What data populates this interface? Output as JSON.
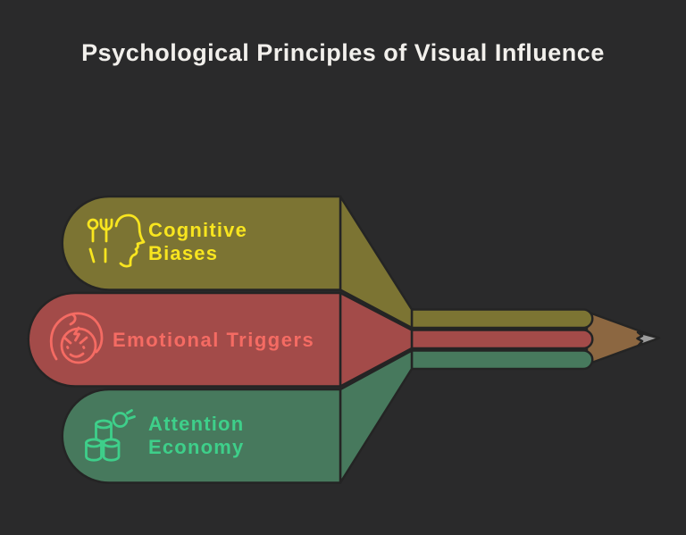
{
  "background_color": "#2a2a2b",
  "outline_color": "#242424",
  "title": "Psychological Principles of Visual Influence",
  "title_color": "#f2f0ec",
  "items": [
    {
      "label": "Cognitive\nBiases",
      "icon": "head-cutlery-icon",
      "band_color": "#7c7433",
      "text_color": "#f8e51f"
    },
    {
      "label": "Emotional Triggers",
      "icon": "angry-face-icon",
      "band_color": "#a34b49",
      "text_color": "#f56b63"
    },
    {
      "label": "Attention\nEconomy",
      "icon": "coins-attention-icon",
      "band_color": "#47795d",
      "text_color": "#3ecf8a"
    }
  ],
  "pencil": {
    "wood_color": "#8c6741",
    "graphite_color": "#9d9d9d"
  }
}
